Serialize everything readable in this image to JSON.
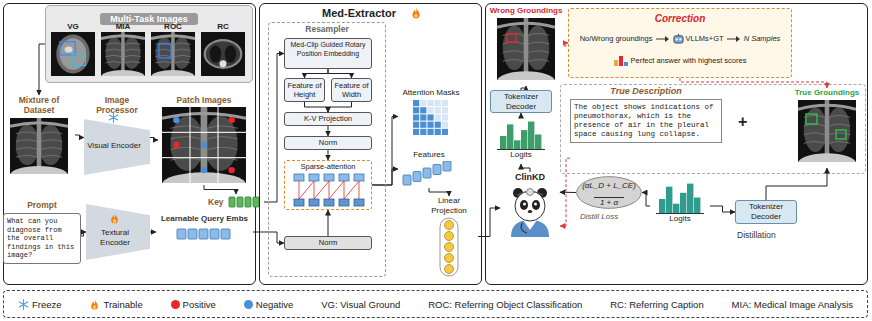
{
  "diagram": {
    "nodes": [
      {
        "text": [
          "Multi-Task Images"
        ]
      },
      {
        "text": [
          "VG"
        ],
        "in": 0
      },
      {
        "text": [
          "MIA"
        ],
        "in": 0
      },
      {
        "text": [
          "ROC"
        ],
        "in": 0
      },
      {
        "text": [
          "RC"
        ],
        "in": 0
      },
      {
        "text": [
          "Mixture of Dataset"
        ]
      },
      {
        "text": [
          "Image Processor",
          "Visual Encoder"
        ]
      },
      {
        "text": [
          "Patch Images"
        ]
      },
      {
        "text": [
          "Key"
        ]
      },
      {
        "text": [
          "Prompt",
          "What can you diagnose from the overall findings in this image?"
        ]
      },
      {
        "text": [
          "Textural Encoder"
        ]
      },
      {
        "text": [
          "Learnable Query Embs"
        ]
      },
      {
        "text": [
          "Med-Extractor"
        ]
      },
      {
        "text": [
          "Resampler"
        ],
        "in": 12
      },
      {
        "text": [
          "Med-Clip Guided Rotary Position Embedding"
        ],
        "in": 13
      },
      {
        "text": [
          "Feature of Height"
        ],
        "in": 13
      },
      {
        "text": [
          "Feature of Width"
        ],
        "in": 13
      },
      {
        "text": [
          "K-V Projection"
        ],
        "in": 13
      },
      {
        "text": [
          "Norm"
        ],
        "in": 13
      },
      {
        "text": [
          "Sparse-attention"
        ],
        "in": 13
      },
      {
        "text": [
          "Norm"
        ],
        "in": 13
      },
      {
        "text": [
          "Attention Masks"
        ],
        "in": 12
      },
      {
        "text": [
          "Features"
        ],
        "in": 12
      },
      {
        "text": [
          "Linear Projection"
        ],
        "in": 12
      },
      {
        "text": [
          "Wrong Groundings"
        ]
      },
      {
        "text": [
          "Tokenizer Decoder"
        ]
      },
      {
        "text": [
          "Logits"
        ]
      },
      {
        "text": [
          "ClinKD"
        ]
      },
      {
        "text": [
          "Correction",
          "No/Wrong groundings",
          "VLLMs+GT",
          "N Samples",
          "Perfect answer with highest scores"
        ]
      },
      {
        "text": [
          "True Description",
          "The object shows indications of pneumothorax, which is the presence of air in the pleural space causing lung collapse."
        ]
      },
      {
        "text": [
          "True Groundings"
        ]
      },
      {
        "text": [
          "(αL_D + L_CE)",
          "1 + α"
        ]
      },
      {
        "text": [
          "Logits"
        ]
      },
      {
        "text": [
          "Tokenizer Decoder"
        ]
      }
    ],
    "edges": [
      {
        "from": 0,
        "to": 5,
        "arrow": "to"
      },
      {
        "from": 5,
        "to": 6,
        "arrow": "to"
      },
      {
        "from": 6,
        "to": 7,
        "arrow": "to"
      },
      {
        "from": 7,
        "to": 8,
        "arrow": "to"
      },
      {
        "from": 8,
        "to": 14,
        "arrow": "to"
      },
      {
        "from": 9,
        "to": 10,
        "arrow": "to"
      },
      {
        "from": 10,
        "to": 11,
        "arrow": "to"
      },
      {
        "from": 11,
        "to": 20,
        "arrow": "to"
      },
      {
        "from": 14,
        "to": 15,
        "arrow": "to"
      },
      {
        "from": 14,
        "to": 16,
        "arrow": "to"
      },
      {
        "from": 15,
        "to": 17,
        "arrow": "to"
      },
      {
        "from": 16,
        "to": 17,
        "arrow": "to"
      },
      {
        "from": 17,
        "to": 18,
        "arrow": "to"
      },
      {
        "from": 18,
        "to": 19,
        "arrow": "to"
      },
      {
        "from": 20,
        "to": 19,
        "arrow": "to"
      },
      {
        "from": 19,
        "to": 21,
        "arrow": "to"
      },
      {
        "from": 19,
        "to": 22,
        "arrow": "to"
      },
      {
        "from": 22,
        "to": 23,
        "arrow": "to"
      },
      {
        "from": 23,
        "to": 27,
        "arrow": "to"
      },
      {
        "from": 27,
        "to": 26,
        "arrow": "to"
      },
      {
        "from": 26,
        "to": 25,
        "arrow": "to"
      },
      {
        "from": 25,
        "to": 24,
        "arrow": "to"
      },
      {
        "from": 24,
        "to": 28,
        "arrow": "to"
      },
      {
        "from": 28,
        "to": 30,
        "arrow": "to"
      },
      {
        "from": 32,
        "to": 33,
        "arrow": "to"
      },
      {
        "from": 33,
        "to": 30,
        "arrow": "to"
      },
      {
        "from": 32,
        "to": 31,
        "arrow": "to"
      },
      {
        "from": 31,
        "to": 27,
        "arrow": "to"
      },
      {
        "from": 29,
        "to": 27,
        "arrow": "to"
      }
    ],
    "labels": [
      "+",
      "Distill Loss",
      "Distillation",
      "VG: Visual Ground",
      "ROC: Referring Object Classification",
      "RC: Referring Caption",
      "MIA: Medical Image Analysis"
    ],
    "legend": [
      {
        "text": "Freeze"
      },
      {
        "text": "Trainable"
      },
      {
        "text": "Positive",
        "color": "#e8262b"
      },
      {
        "text": "Negative",
        "color": "#4a90d9"
      }
    ]
  }
}
